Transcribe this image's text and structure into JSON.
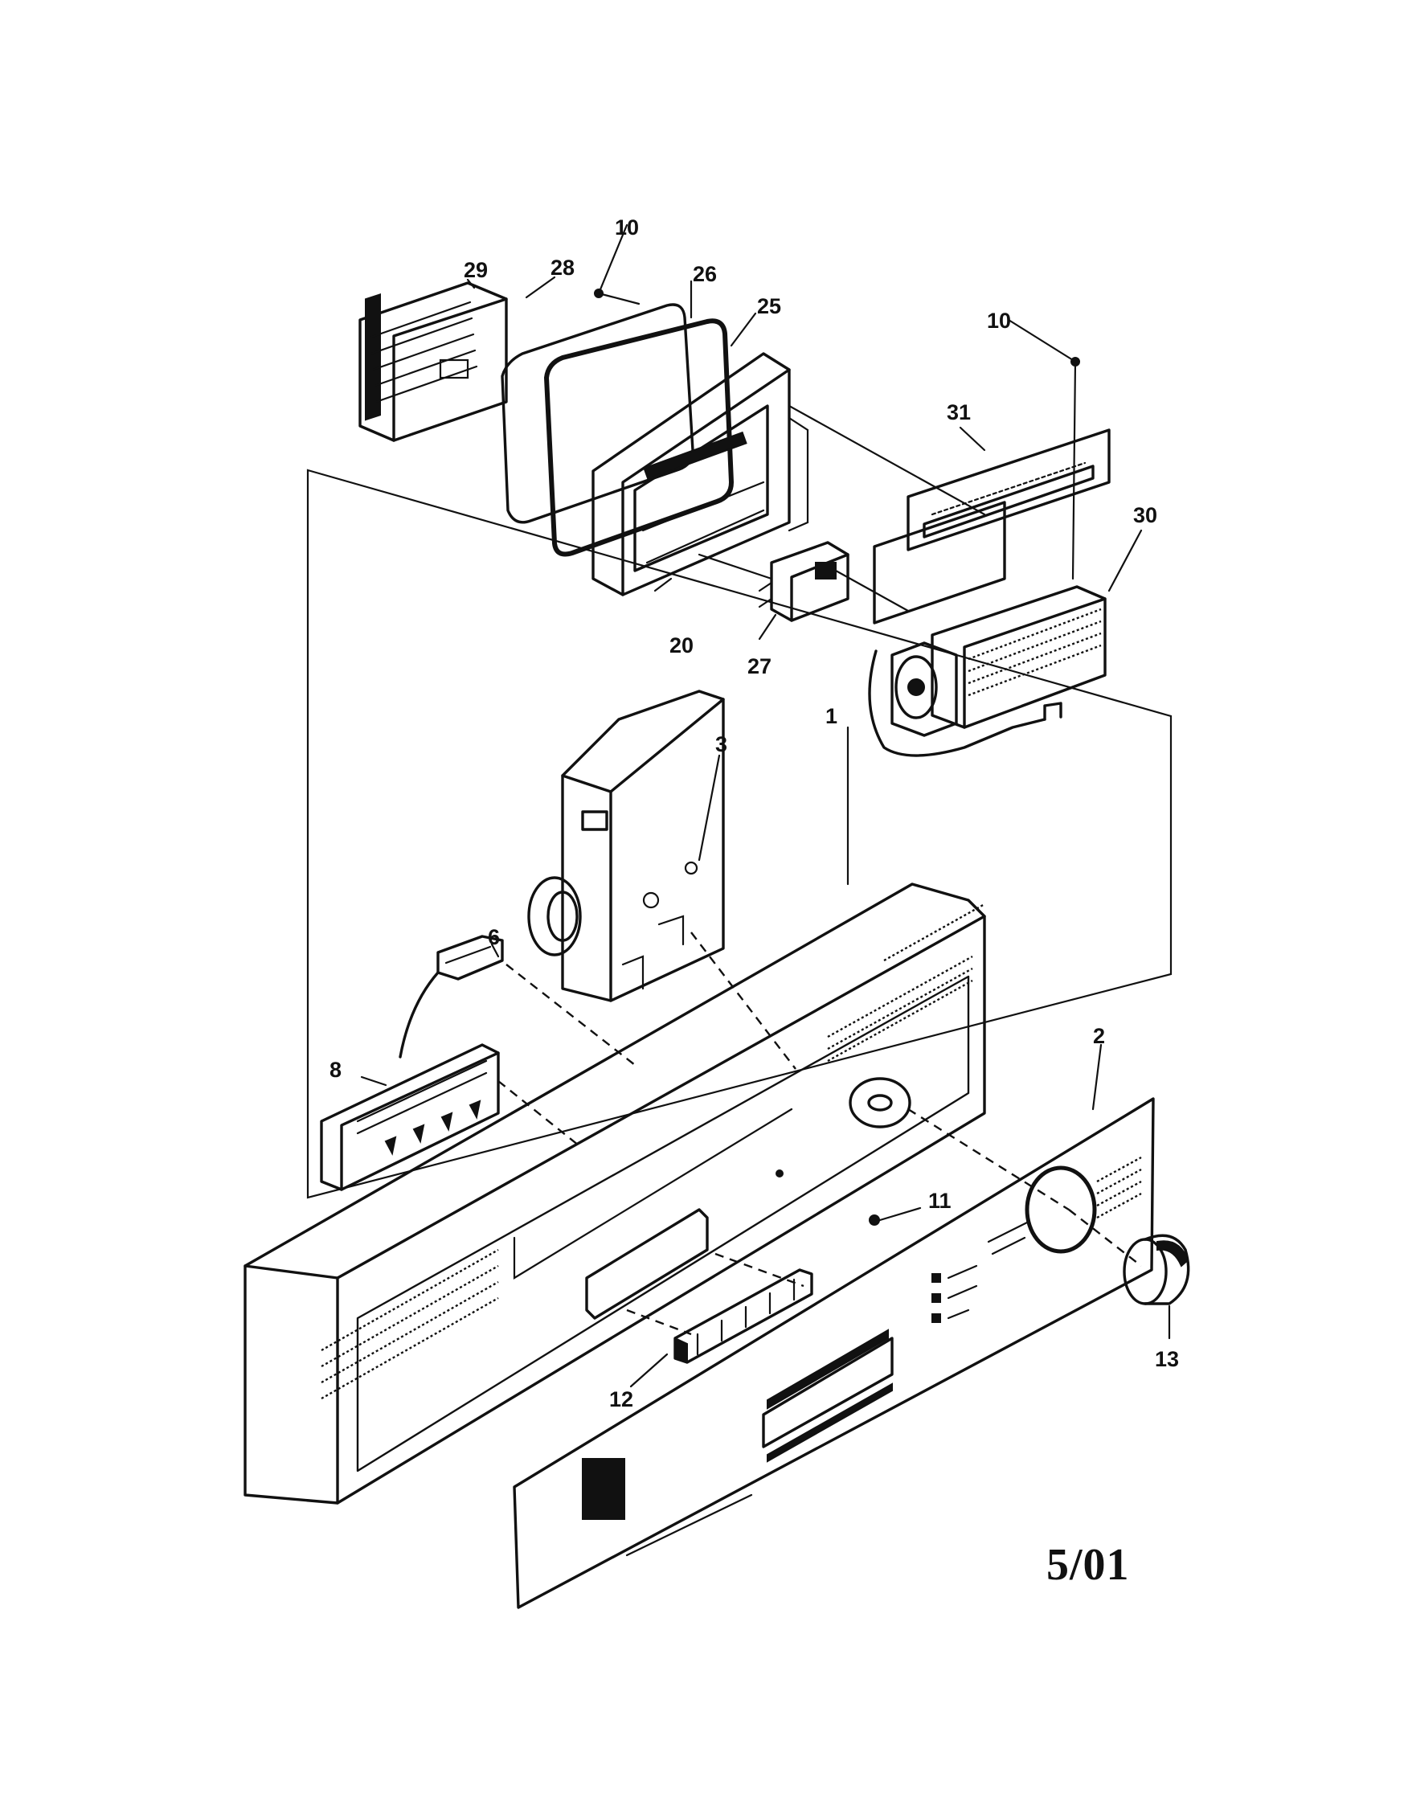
{
  "diagram": {
    "callouts": [
      {
        "id": "p29",
        "label": "29"
      },
      {
        "id": "p28",
        "label": "28"
      },
      {
        "id": "p10a",
        "label": "10"
      },
      {
        "id": "p26",
        "label": "26"
      },
      {
        "id": "p25",
        "label": "25"
      },
      {
        "id": "p10b",
        "label": "10"
      },
      {
        "id": "p31",
        "label": "31"
      },
      {
        "id": "p30",
        "label": "30"
      },
      {
        "id": "p20",
        "label": "20"
      },
      {
        "id": "p27",
        "label": "27"
      },
      {
        "id": "p3",
        "label": "3"
      },
      {
        "id": "p1",
        "label": "1"
      },
      {
        "id": "p6",
        "label": "6"
      },
      {
        "id": "p2",
        "label": "2"
      },
      {
        "id": "p8",
        "label": "8"
      },
      {
        "id": "p11",
        "label": "11"
      },
      {
        "id": "p13",
        "label": "13"
      },
      {
        "id": "p12",
        "label": "12"
      }
    ],
    "date_stamp": "5/01"
  }
}
